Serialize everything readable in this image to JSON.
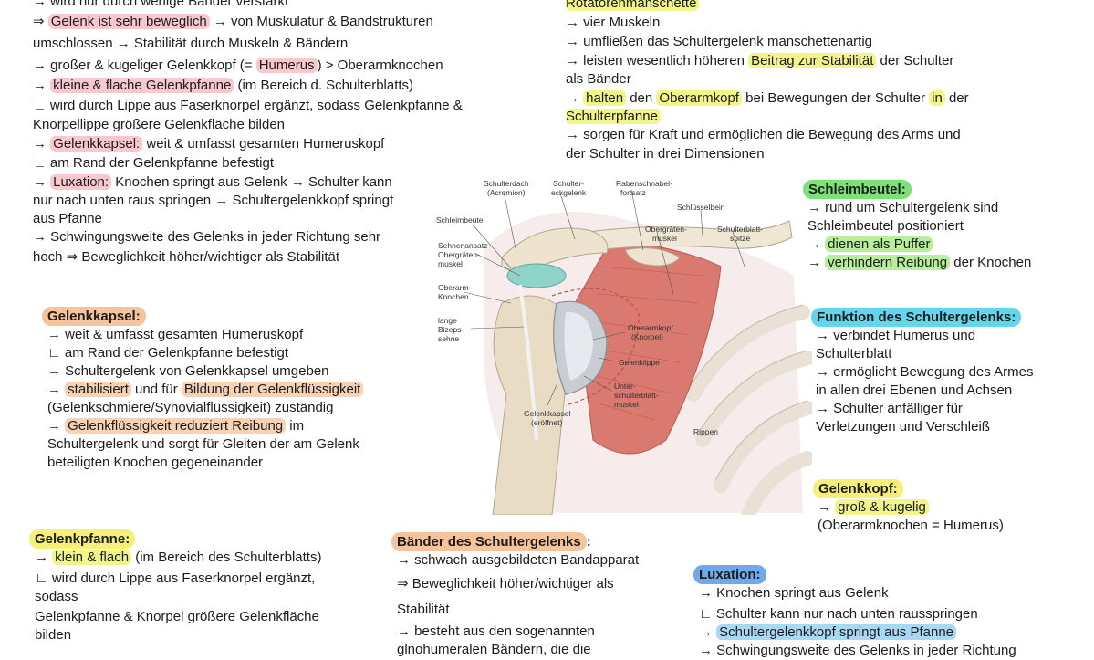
{
  "topleft": {
    "lines": [
      {
        "pre": "→ wird nur durch wenige Bänder verstärkt",
        "hl": "",
        "post": ""
      },
      {
        "pre": "⇒ ",
        "hl": "Gelenk ist sehr beweglich",
        "post": " → von Muskulatur & Bandstrukturen"
      },
      {
        "pre": "umschlossen → Stabilität durch Muskeln & Bändern",
        "hl": "",
        "post": ""
      },
      {
        "pre": "→ großer & kugeliger Gelenkkopf (= ",
        "hl": "Humerus",
        "post": ") > Oberarmknochen"
      },
      {
        "pre": "→ ",
        "hl": "kleine & flache Gelenkpfanne",
        "post": " (im Bereich d. Schulterblatts)"
      },
      {
        "pre": "∟ wird durch Lippe aus Faserknorpel ergänzt, sodass Gelenkpfanne &",
        "hl": "",
        "post": ""
      },
      {
        "pre": "Knorpellippe größere Gelenkfläche bilden",
        "hl": "",
        "post": ""
      },
      {
        "pre": "→ ",
        "hl": "Gelenkkapsel:",
        "post": " weit & umfasst gesamten Humeruskopf"
      },
      {
        "pre": "∟ am Rand der Gelenkpfanne befestigt",
        "hl": "",
        "post": ""
      },
      {
        "pre": "→ ",
        "hl": "Luxation:",
        "post": " Knochen springt aus Gelenk → Schulter kann"
      },
      {
        "pre": "nur nach unten raus springen → Schultergelenkkopf springt",
        "hl": "",
        "post": ""
      },
      {
        "pre": "aus Pfanne",
        "hl": "",
        "post": ""
      },
      {
        "pre": "→ Schwingungsweite des Gelenks in jeder Richtung sehr",
        "hl": "",
        "post": ""
      },
      {
        "pre": "hoch ⇒ Beweglichkeit höher/wichtiger als Stabilität",
        "hl": "",
        "post": ""
      }
    ]
  },
  "rotator": {
    "heading": "Rotatorenmanschette",
    "l1": "→ vier Muskeln",
    "l2": "→ umfließen das Schultergelenk manschettenartig",
    "l3a": "→ leisten wesentlich höheren ",
    "l3h": "Beitrag zur Stabilität",
    "l3b": " der Schulter",
    "l4": "als Bänder",
    "l5a": "→ ",
    "l5h1": "halten",
    "l5m1": " den ",
    "l5h2": "Oberarmkopf",
    "l5m2": " bei Bewegungen der Schulter ",
    "l5h3": "in",
    "l5m3": " der",
    "l6h": "Schulterpfanne",
    "l7": "→ sorgen für Kraft und ermöglichen die Bewegung des Arms und",
    "l8": "der Schulter in drei Dimensionen"
  },
  "schleimbeutel": {
    "heading": "Schleimbeutel:",
    "l1": "→ rund um Schultergelenk sind",
    "l2": "Schleimbeutel positioniert",
    "l3a": "→ ",
    "l3h": "dienen als Puffer",
    "l4a": "→ ",
    "l4h": "verhindern Reibung",
    "l4b": " der Knochen"
  },
  "funktion": {
    "heading": "Funktion des Schultergelenks:",
    "lines": [
      "→ verbindet Humerus und",
      "Schulterblatt",
      "→ ermöglicht Bewegung des Armes",
      "in allen drei Ebenen und Achsen",
      "→ Schulter anfälliger für",
      "Verletzungen und Verschleiß"
    ]
  },
  "kopf": {
    "heading": "Gelenkkopf:",
    "l1a": "→ ",
    "l1h": "groß & kugelig",
    "l2": "(Oberarmknochen = Humerus)"
  },
  "kapsel": {
    "heading": "Gelenkkapsel:",
    "l1": "→ weit & umfasst gesamten Humeruskopf",
    "l2": "∟ am Rand der Gelenkpfanne befestigt",
    "l3": "→ Schultergelenk von Gelenkkapsel umgeben",
    "l4a": "→ ",
    "l4h": "stabilisiert",
    "l4m": " und für ",
    "l4h2": "Bildung der Gelenkflüssigkeit",
    "l5": "(Gelenkschmiere/Synovialflüssigkeit) zuständig",
    "l6a": "→ ",
    "l6h": "Gelenkflüssigkeit reduziert Reibung",
    "l6b": " im",
    "l7": "Schultergelenk und sorgt für Gleiten der am Gelenk",
    "l8": "beteiligten Knochen gegeneinander"
  },
  "pfanne": {
    "heading": "Gelenkpfanne:",
    "l1a": "→ ",
    "l1h": "klein & flach",
    "l1b": " (im Bereich des Schulterblatts)",
    "l2": "∟ wird durch Lippe aus Faserknorpel ergänzt,",
    "l3": "sodass",
    "l4": "Gelenkpfanne & Knorpel größere Gelenkfläche",
    "l5": "bilden"
  },
  "baender": {
    "heading": "Bänder des Schultergelenks",
    "colon": ":",
    "l1": "→ schwach ausgebildeten Bandapparat",
    "l2": "⇒ Beweglichkeit höher/wichtiger als",
    "l3": "Stabilität",
    "l4": "→ besteht aus den sogenannten",
    "l5": "glnohumeralen Bändern, die die"
  },
  "luxation": {
    "heading": "Luxation:",
    "l1": "→ Knochen springt aus Gelenk",
    "l2": "∟ Schulter kann nur nach unten rausspringen",
    "l3a": "→ ",
    "l3h": "Schultergelenkkopf springt aus Pfanne",
    "l4": "→ Schwingungsweite des Gelenks in jeder Richtung"
  },
  "figure": {
    "labels": {
      "schulterdach": "Schulterdach",
      "acromion": "(Acromion)",
      "schultereck1": "Schulter-",
      "schultereck2": "eckgelenk",
      "rabenschnabel1": "Rabenschnabel-",
      "rabenschnabel2": "fortsatz",
      "schluesselbein": "Schlüsselbein",
      "schleimbeutel": "Schleimbeutel",
      "obergraeten1": "Obergräten-",
      "obergraeten2": "muskel",
      "schulterblatt1": "Schulterblatt-",
      "schulterblatt2": "spitze",
      "sehnen1": "Sehnenansatz",
      "sehnen2": "Obergräten-",
      "sehnen3": "muskel",
      "oberarmkn1": "Oberarm-",
      "oberarmkn2": "Knochen",
      "bizeps1": "lange",
      "bizeps2": "Bizeps-",
      "bizeps3": "sehne",
      "oberarmkopf1": "Oberarmkopf",
      "oberarmkopf2": "(Knorpel)",
      "gelenklippe": "Gelenklippe",
      "unterschulter1": "Unter-",
      "unterschulter2": "schulterblatt-",
      "unterschulter3": "muskel",
      "kapsel1": "Gelenkkapsel",
      "kapsel2": "(eröffnet)",
      "rippen": "Rippen"
    }
  }
}
